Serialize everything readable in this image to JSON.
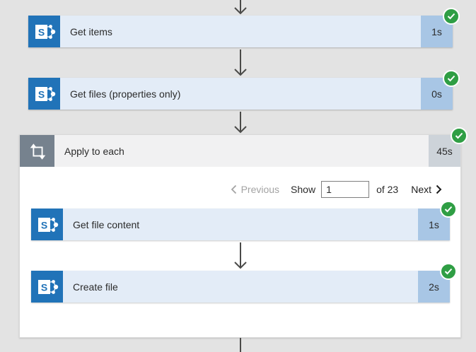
{
  "app": "power-automate-flow-run",
  "colors": {
    "page_bg": "#e3e3e3",
    "action_card_bg": "#e3ecf7",
    "action_duration_badge_bg": "#a8c6e5",
    "sharepoint_brand_blue": "#2173b8",
    "loop_tile_gray": "#76828e",
    "loop_header_bg": "#f1f1f2",
    "loop_duration_badge_bg": "#cdd3d9",
    "success_green": "#2f9e44",
    "arrow_gray": "#4a4a48"
  },
  "actions": {
    "get_items": {
      "label": "Get items",
      "duration": "1s",
      "icon": "sharepoint",
      "status": "succeeded"
    },
    "get_files": {
      "label": "Get files (properties only)",
      "duration": "0s",
      "icon": "sharepoint",
      "status": "succeeded"
    },
    "apply_to_each": {
      "label": "Apply to each",
      "duration": "45s",
      "icon": "loop",
      "status": "succeeded",
      "pagination": {
        "previous": "Previous",
        "show": "Show",
        "current_page": "1",
        "of": "of 23",
        "next": "Next"
      },
      "children": {
        "get_file_content": {
          "label": "Get file content",
          "duration": "1s",
          "icon": "sharepoint",
          "status": "succeeded"
        },
        "create_file": {
          "label": "Create file",
          "duration": "2s",
          "icon": "sharepoint",
          "status": "succeeded"
        }
      }
    }
  }
}
